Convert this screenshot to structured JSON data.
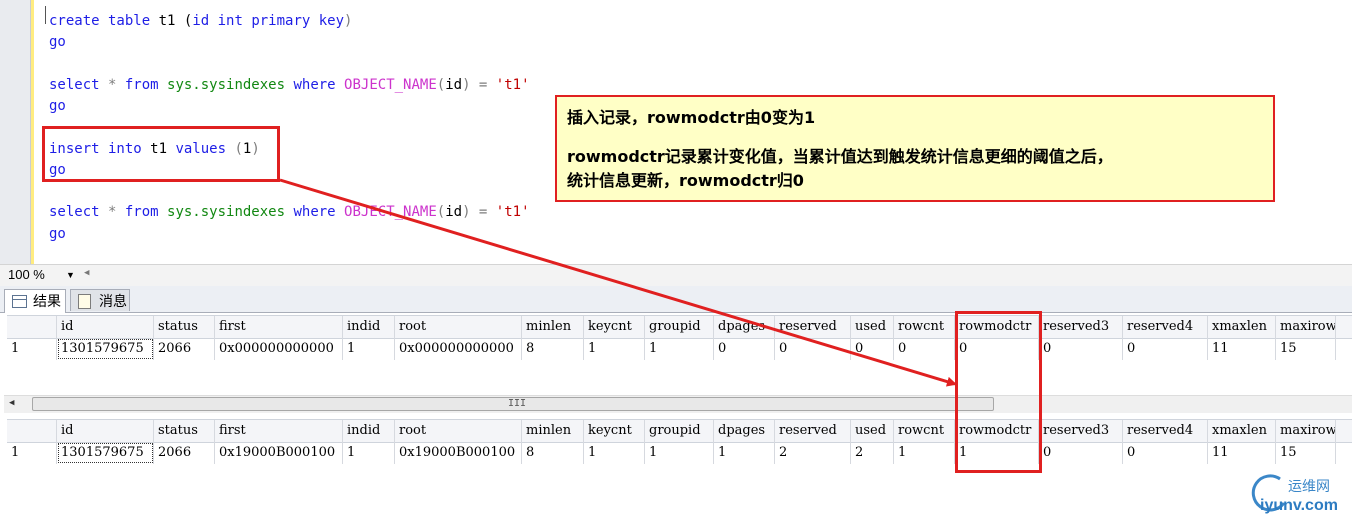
{
  "editor": {
    "lines": [
      {
        "kw1": "create table",
        "plain1": " t1 (",
        "kw2": "id int primary key",
        "plain2": ")"
      },
      {
        "go": "go"
      },
      {
        "kw1": "select",
        "op1": " * ",
        "kw2": "from",
        "sys": " sys.sysindexes",
        "kw3": " where ",
        "fn": "OBJECT_NAME",
        "op2": "(",
        "plain": "id",
        "op3": ") = ",
        "str": "'t1'"
      },
      {
        "go": "go"
      },
      {
        "kw1": "insert into",
        "plain1": " t1 ",
        "kw2": "values",
        "op1": " (",
        "plain2": "1",
        "op2": ")"
      },
      {
        "go": "go"
      },
      {
        "kw1": "select",
        "op1": " * ",
        "kw2": "from",
        "sys": " sys.sysindexes",
        "kw3": " where ",
        "fn": "OBJECT_NAME",
        "op2": "(",
        "plain": "id",
        "op3": ") = ",
        "str": "'t1'"
      },
      {
        "go": "go"
      }
    ]
  },
  "zoom": {
    "value": "100 %"
  },
  "tabs": {
    "results": "结果",
    "messages": "消息"
  },
  "columns": [
    "",
    "id",
    "status",
    "first",
    "indid",
    "root",
    "minlen",
    "keycnt",
    "groupid",
    "dpages",
    "reserved",
    "used",
    "rowcnt",
    "rowmodctr",
    "reserved3",
    "reserved4",
    "xmaxlen",
    "maxirow"
  ],
  "grid1": {
    "rows": [
      [
        "1",
        "1301579675",
        "2066",
        "0x000000000000",
        "1",
        "0x000000000000",
        "8",
        "1",
        "1",
        "0",
        "0",
        "0",
        "0",
        "0",
        "0",
        "0",
        "11",
        "15"
      ]
    ]
  },
  "grid2": {
    "rows": [
      [
        "1",
        "1301579675",
        "2066",
        "0x19000B000100",
        "1",
        "0x19000B000100",
        "8",
        "1",
        "1",
        "1",
        "2",
        "2",
        "1",
        "1",
        "0",
        "0",
        "11",
        "15"
      ]
    ]
  },
  "scrollbar": {
    "grip": "III"
  },
  "note": {
    "line1": "插入记录，rowmodctr由0变为1",
    "line2": "rowmodctr记录累计变化值，当累计值达到触发统计信息更细的阈值之后，",
    "line3": "统计信息更新，rowmodctr归0"
  },
  "watermark": {
    "cn": "运维网",
    "en": "iyunv.com"
  },
  "colors": {
    "annotation_red": "#e02020",
    "note_bg": "#ffffc6",
    "keyword": "#1e1ee6",
    "system": "#128812",
    "function": "#cc33cc",
    "string": "#c00000"
  }
}
